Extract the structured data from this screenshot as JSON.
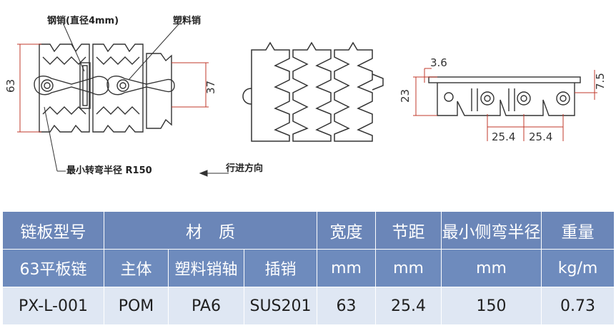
{
  "drawing": {
    "steel_pin_label": "钢销(直径4mm)",
    "plastic_pin_label": "塑料销",
    "min_radius_label": "最小转弯半径 R150",
    "direction_label": "行进方向",
    "dim_63": "63",
    "dim_37": "37",
    "dim_3_6": "3.6",
    "dim_23": "23",
    "dim_7_5": "7.5",
    "dim_pitch_1": "25.4",
    "dim_pitch_2": "25.4"
  },
  "table": {
    "h_model": "链板型号",
    "h_material": "材　质",
    "h_width": "宽度",
    "h_pitch": "节距",
    "h_radius": "最小侧弯半径",
    "h_weight": "重量",
    "u_name": "63平板链",
    "u_body": "主体",
    "u_plastic_pin": "塑料销轴",
    "u_insert_pin": "插销",
    "u_width": "mm",
    "u_pitch": "mm",
    "u_radius": "mm",
    "u_weight": "kg/m",
    "v_model": "PX-L-001",
    "v_body": "POM",
    "v_plastic_pin": "PA6",
    "v_insert_pin": "SUS201",
    "v_width": "63",
    "v_pitch": "25.4",
    "v_radius": "150",
    "v_weight": "0.73"
  }
}
